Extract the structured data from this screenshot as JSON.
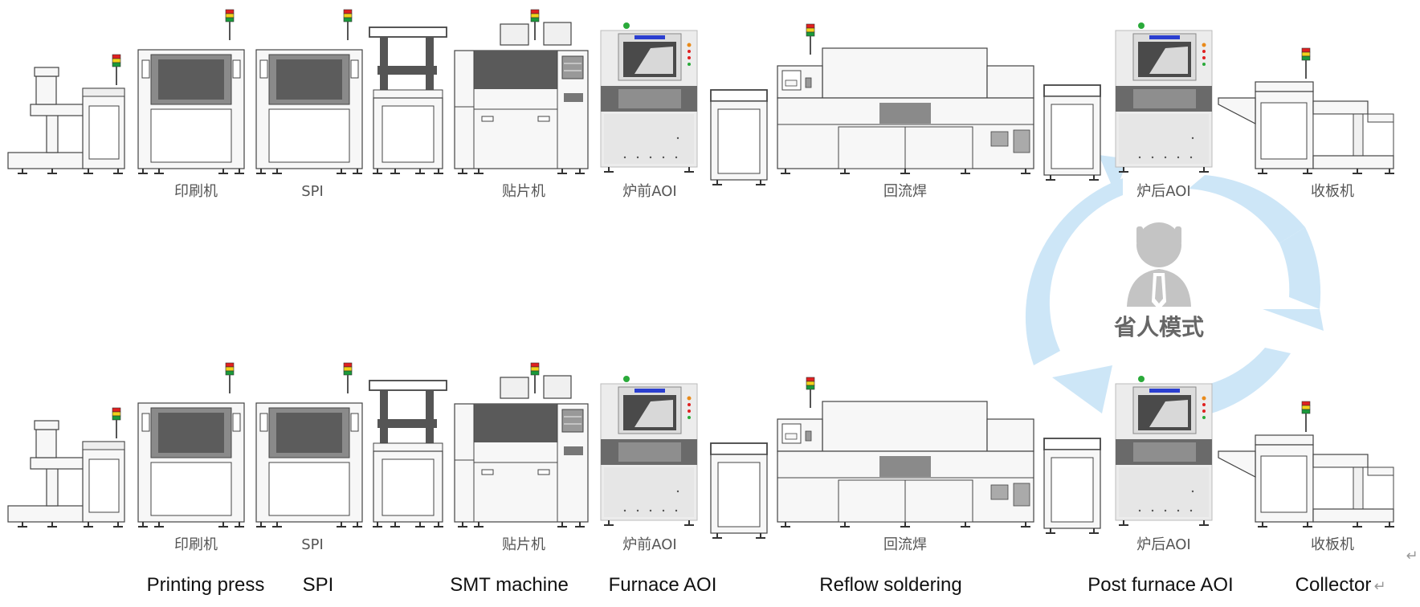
{
  "lines": [
    {
      "labels": {
        "printer": "印刷机",
        "spi": "SPI",
        "mounter": "贴片机",
        "pre_aoi": "炉前AOI",
        "reflow": "回流焊",
        "post_aoi": "炉后AOI",
        "unloader": "收板机"
      }
    },
    {
      "labels": {
        "printer": "印刷机",
        "spi": "SPI",
        "mounter": "贴片机",
        "pre_aoi": "炉前AOI",
        "reflow": "回流焊",
        "post_aoi": "炉后AOI",
        "unloader": "收板机"
      }
    }
  ],
  "english_labels": {
    "printer": "Printing press",
    "spi": "SPI",
    "mounter": "SMT machine",
    "pre_aoi": "Furnace AOI",
    "reflow": "Reflow soldering",
    "post_aoi": "Post furnace AOI",
    "unloader": "Collector"
  },
  "mode_label": "省人模式",
  "return_mark": "↵",
  "colors": {
    "arrow": "#cde6f7",
    "machine_outline": "#444444",
    "machine_fill": "#f7f7f7",
    "screen": "#666666",
    "operator": "#c4c4c4",
    "signal_red": "#e02020",
    "signal_yellow": "#f2d21a",
    "signal_green": "#1a9a3a"
  }
}
